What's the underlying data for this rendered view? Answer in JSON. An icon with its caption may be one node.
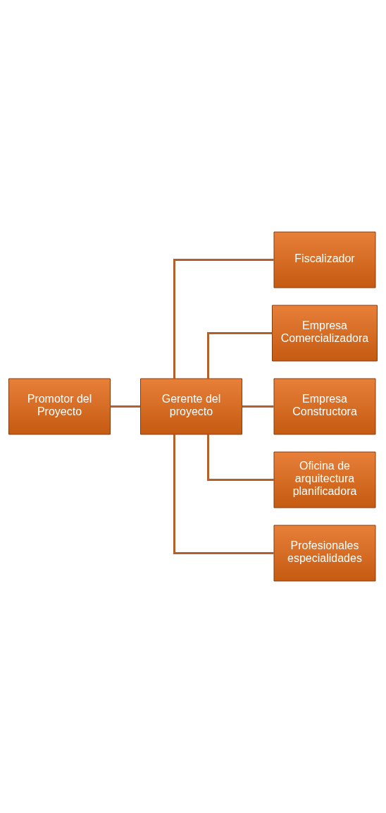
{
  "diagram": {
    "nodes": [
      {
        "text": [
          "Promotor del Proyecto"
        ]
      },
      {
        "text": [
          "Gerente del proyecto"
        ]
      },
      {
        "text": [
          "Fiscalizador"
        ]
      },
      {
        "text": [
          "Empresa Comercializadora"
        ]
      },
      {
        "text": [
          "Empresa Constructora"
        ]
      },
      {
        "text": [
          "Oficina de arquitectura planificadora"
        ]
      },
      {
        "text": [
          "Profesionales especialidades"
        ]
      }
    ],
    "edges": [
      {
        "from": 0,
        "to": 1,
        "arrow": "none"
      },
      {
        "from": 1,
        "to": 2,
        "arrow": "none"
      },
      {
        "from": 1,
        "to": 3,
        "arrow": "none"
      },
      {
        "from": 1,
        "to": 4,
        "arrow": "none"
      },
      {
        "from": 1,
        "to": 5,
        "arrow": "none"
      },
      {
        "from": 1,
        "to": 6,
        "arrow": "none"
      }
    ]
  }
}
